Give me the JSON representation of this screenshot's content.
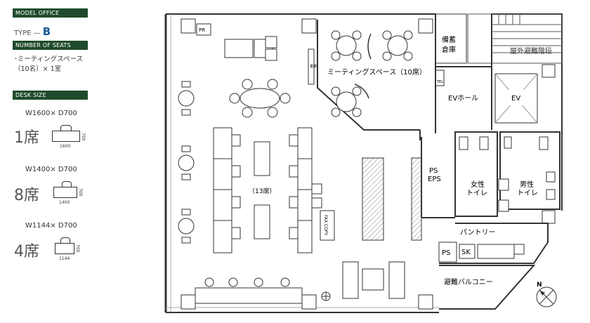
{
  "sidebar": {
    "model_office_label": "MODEL OFFICE",
    "type_label": "TYPE —",
    "type_value": "B",
    "number_of_seats_label": "NUMBER OF SEATS",
    "seat_note_line1": "･ミーティングスペース",
    "seat_note_line2": "（10名）× 1室",
    "desk_size_label": "DESK SIZE",
    "desks": [
      {
        "spec": "W1600× D700",
        "seats": "1席",
        "width_label": "1600",
        "depth_label": "700"
      },
      {
        "spec": "W1400× D700",
        "seats": "8席",
        "width_label": "1400",
        "depth_label": "700"
      },
      {
        "spec": "W1144× D700",
        "seats": "4席",
        "width_label": "1144",
        "depth_label": "700"
      }
    ]
  },
  "plan": {
    "rooms": {
      "pr": "PR",
      "storage_line1": "備蓄",
      "storage_line2": "倉庫",
      "outdoor_stairs": "屋外避難階段",
      "meeting_space": "ミーティングスペース（10席）",
      "tel": "TEL",
      "ev_hall": "EVホール",
      "ev": "EV",
      "ps_eps_line1": "PS",
      "ps_eps_line2": "EPS",
      "womens_line1": "女性",
      "womens_line2": "トイレ",
      "mens_line1": "男性",
      "mens_line2": "トイレ",
      "pantry": "パントリー",
      "ps": "PS",
      "sk": "SK",
      "balcony": "避難バルコニー",
      "work_area": "（13席）",
      "fax_copy": "FAX COPY",
      "wall_label": "書庫"
    },
    "compass_label": "N"
  }
}
